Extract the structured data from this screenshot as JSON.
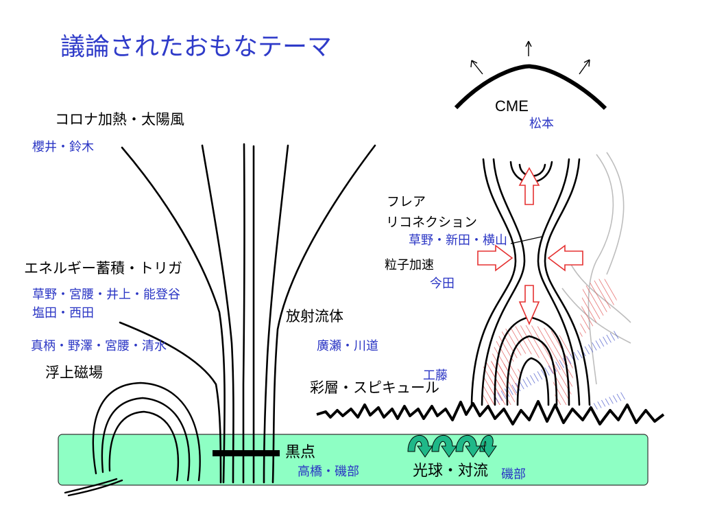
{
  "title": "議論されたおもなテーマ",
  "labels": {
    "cme": "CME",
    "cme_author": "松本",
    "corona": "コロナ加熱・太陽風",
    "corona_authors": "櫻井・鈴木",
    "flare_1": "フレア",
    "flare_2": "リコネクション",
    "flare_authors": "草野・新田・横山",
    "particle": "粒子加速",
    "particle_author": "今田",
    "energy": "エネルギー蓄積・トリガ",
    "energy_authors_1": "草野・宮腰・井上・能登谷",
    "energy_authors_2": "塩田・西田",
    "radiation": "放射流体",
    "radiation_authors": "廣瀬・川道",
    "flux_authors": "真柄・野澤・宮腰・清水",
    "flux": "浮上磁場",
    "kudo": "工藤",
    "chromo": "彩層・スピキュール",
    "sunspot": "黒点",
    "sunspot_authors": "高橋・磯部",
    "photo": "光球・対流",
    "photo_author": "磯部"
  },
  "colors": {
    "title": "#2f3bc9",
    "author_text": "#2a35c4",
    "photosphere": "#8effc4",
    "arrow_red": "#e53030",
    "hatch_red": "#e05050",
    "hatch_blue": "#4050c8",
    "convection": "#1fb888"
  }
}
